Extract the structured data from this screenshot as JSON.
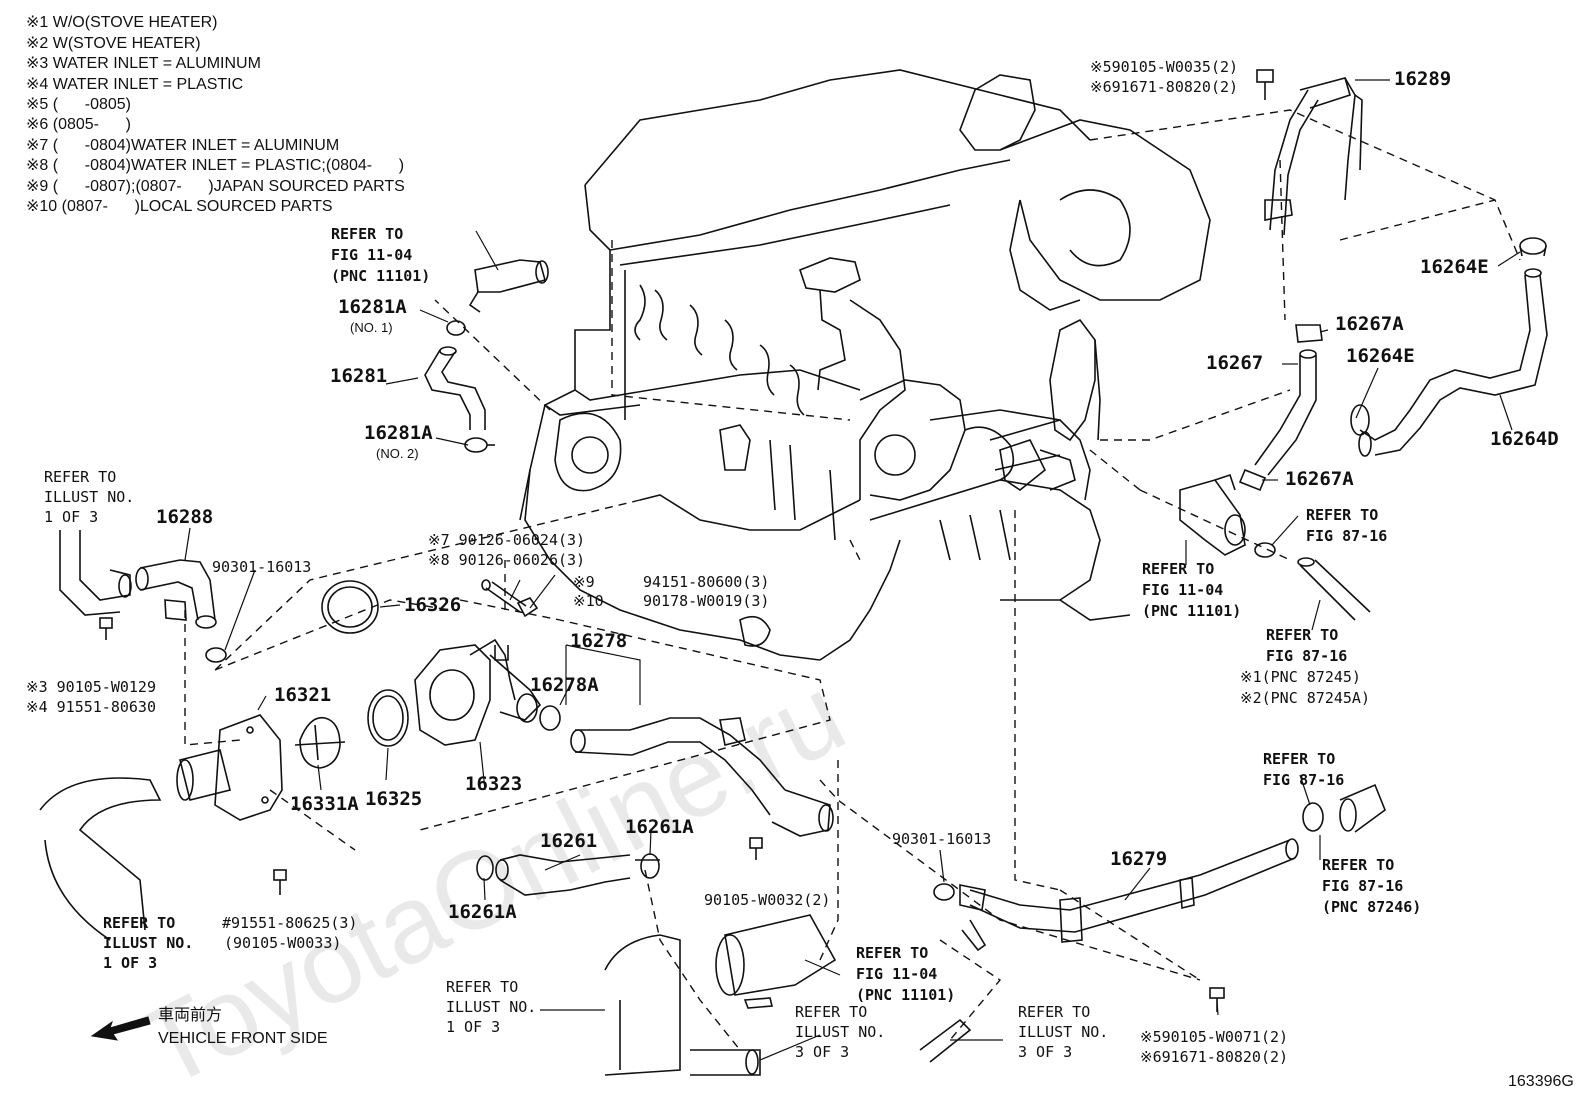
{
  "watermark": "ToyotaOnline.ru",
  "legend": [
    "※1 W/O(STOVE HEATER)",
    "※2 W(STOVE HEATER)",
    "※3 WATER INLET = ALUMINUM",
    "※4 WATER INLET = PLASTIC",
    "※5 (      -0805)",
    "※6 (0805-      )",
    "※7 (      -0804)WATER INLET = ALUMINUM",
    "※8 (      -0804)WATER INLET = PLASTIC;(0804-      )",
    "※9 (      -0807);(0807-      )JAPAN SOURCED PARTS",
    "※10 (0807-      )LOCAL SOURCED PARTS"
  ],
  "parts": {
    "p16289": "16289",
    "p16264E_a": "16264E",
    "p16267A_a": "16267A",
    "p16267": "16267",
    "p16264E_b": "16264E",
    "p16264D": "16264D",
    "p16267A_b": "16267A",
    "p16281A_a": "16281A",
    "p16281": "16281",
    "p16281A_b": "16281A",
    "p16288": "16288",
    "p16326": "16326",
    "p16278": "16278",
    "p16278A": "16278A",
    "p16321": "16321",
    "p16323": "16323",
    "p16331A": "16331A",
    "p16325": "16325",
    "p16261": "16261",
    "p16261A_a": "16261A",
    "p16261A_b": "16261A",
    "p16279": "16279"
  },
  "subnotes": {
    "no1": "(NO. 1)",
    "no2": "(NO. 2)"
  },
  "callouts": {
    "bolt_top_1": "※590105-W0035(2)",
    "bolt_top_2": "※691671-80820(2)",
    "ref_fig1104_top": [
      "REFER TO",
      "FIG 11-04",
      "(PNC 11101)"
    ],
    "ref_fig1104_right": [
      "REFER TO",
      "FIG 11-04",
      "(PNC 11101)"
    ],
    "ref_fig8716_a": [
      "REFER TO",
      "FIG 87-16"
    ],
    "ref_fig8716_b": [
      "REFER TO",
      "FIG 87-16",
      "※1(PNC 87245)",
      "※2(PNC 87245A)"
    ],
    "ref_fig8716_c": [
      "REFER TO",
      "FIG 87-16"
    ],
    "ref_fig8716_d": [
      "REFER TO",
      "FIG 87-16",
      "(PNC 87246)"
    ],
    "ref_illust_left": [
      "REFER TO",
      "ILLUST NO.",
      "1 OF 3"
    ],
    "ref_illust_bl": [
      "REFER TO",
      "ILLUST NO.",
      "1 OF 3"
    ],
    "ref_illust_bm": [
      "REFER TO",
      "ILLUST NO.",
      "1 OF 3"
    ],
    "ref_illust_3a": [
      "REFER TO",
      "ILLUST NO.",
      "3 OF 3"
    ],
    "ref_illust_3b": [
      "REFER TO",
      "ILLUST NO.",
      "3 OF 3"
    ],
    "ref_fig1104_bottom": [
      "REFER TO",
      "FIG 11-04",
      "(PNC 11101)"
    ],
    "c90301_a": "90301-16013",
    "c90126_a": "※7 90126-06024(3)",
    "c90126_b": "※8 90126-06026(3)",
    "c9_label": "※9",
    "c10_label": "※10",
    "c94151": "94151-80600(3)",
    "c90178": "90178-W0019(3)",
    "c3_bolt": "※3 90105-W0129",
    "c4_bolt": "※4 91551-80630",
    "c90301_b": "90301-16013",
    "c90105_w0032": "90105-W0032(2)",
    "c91551_80625": "#91551-80625(3)",
    "c90105_w0033": "(90105-W0033)",
    "bolt_bot_1": "※590105-W0071(2)",
    "bolt_bot_2": "※691671-80820(2)"
  },
  "direction": {
    "jp": "車両前方",
    "en": "VEHICLE FRONT SIDE"
  },
  "figure_code": "163396G"
}
